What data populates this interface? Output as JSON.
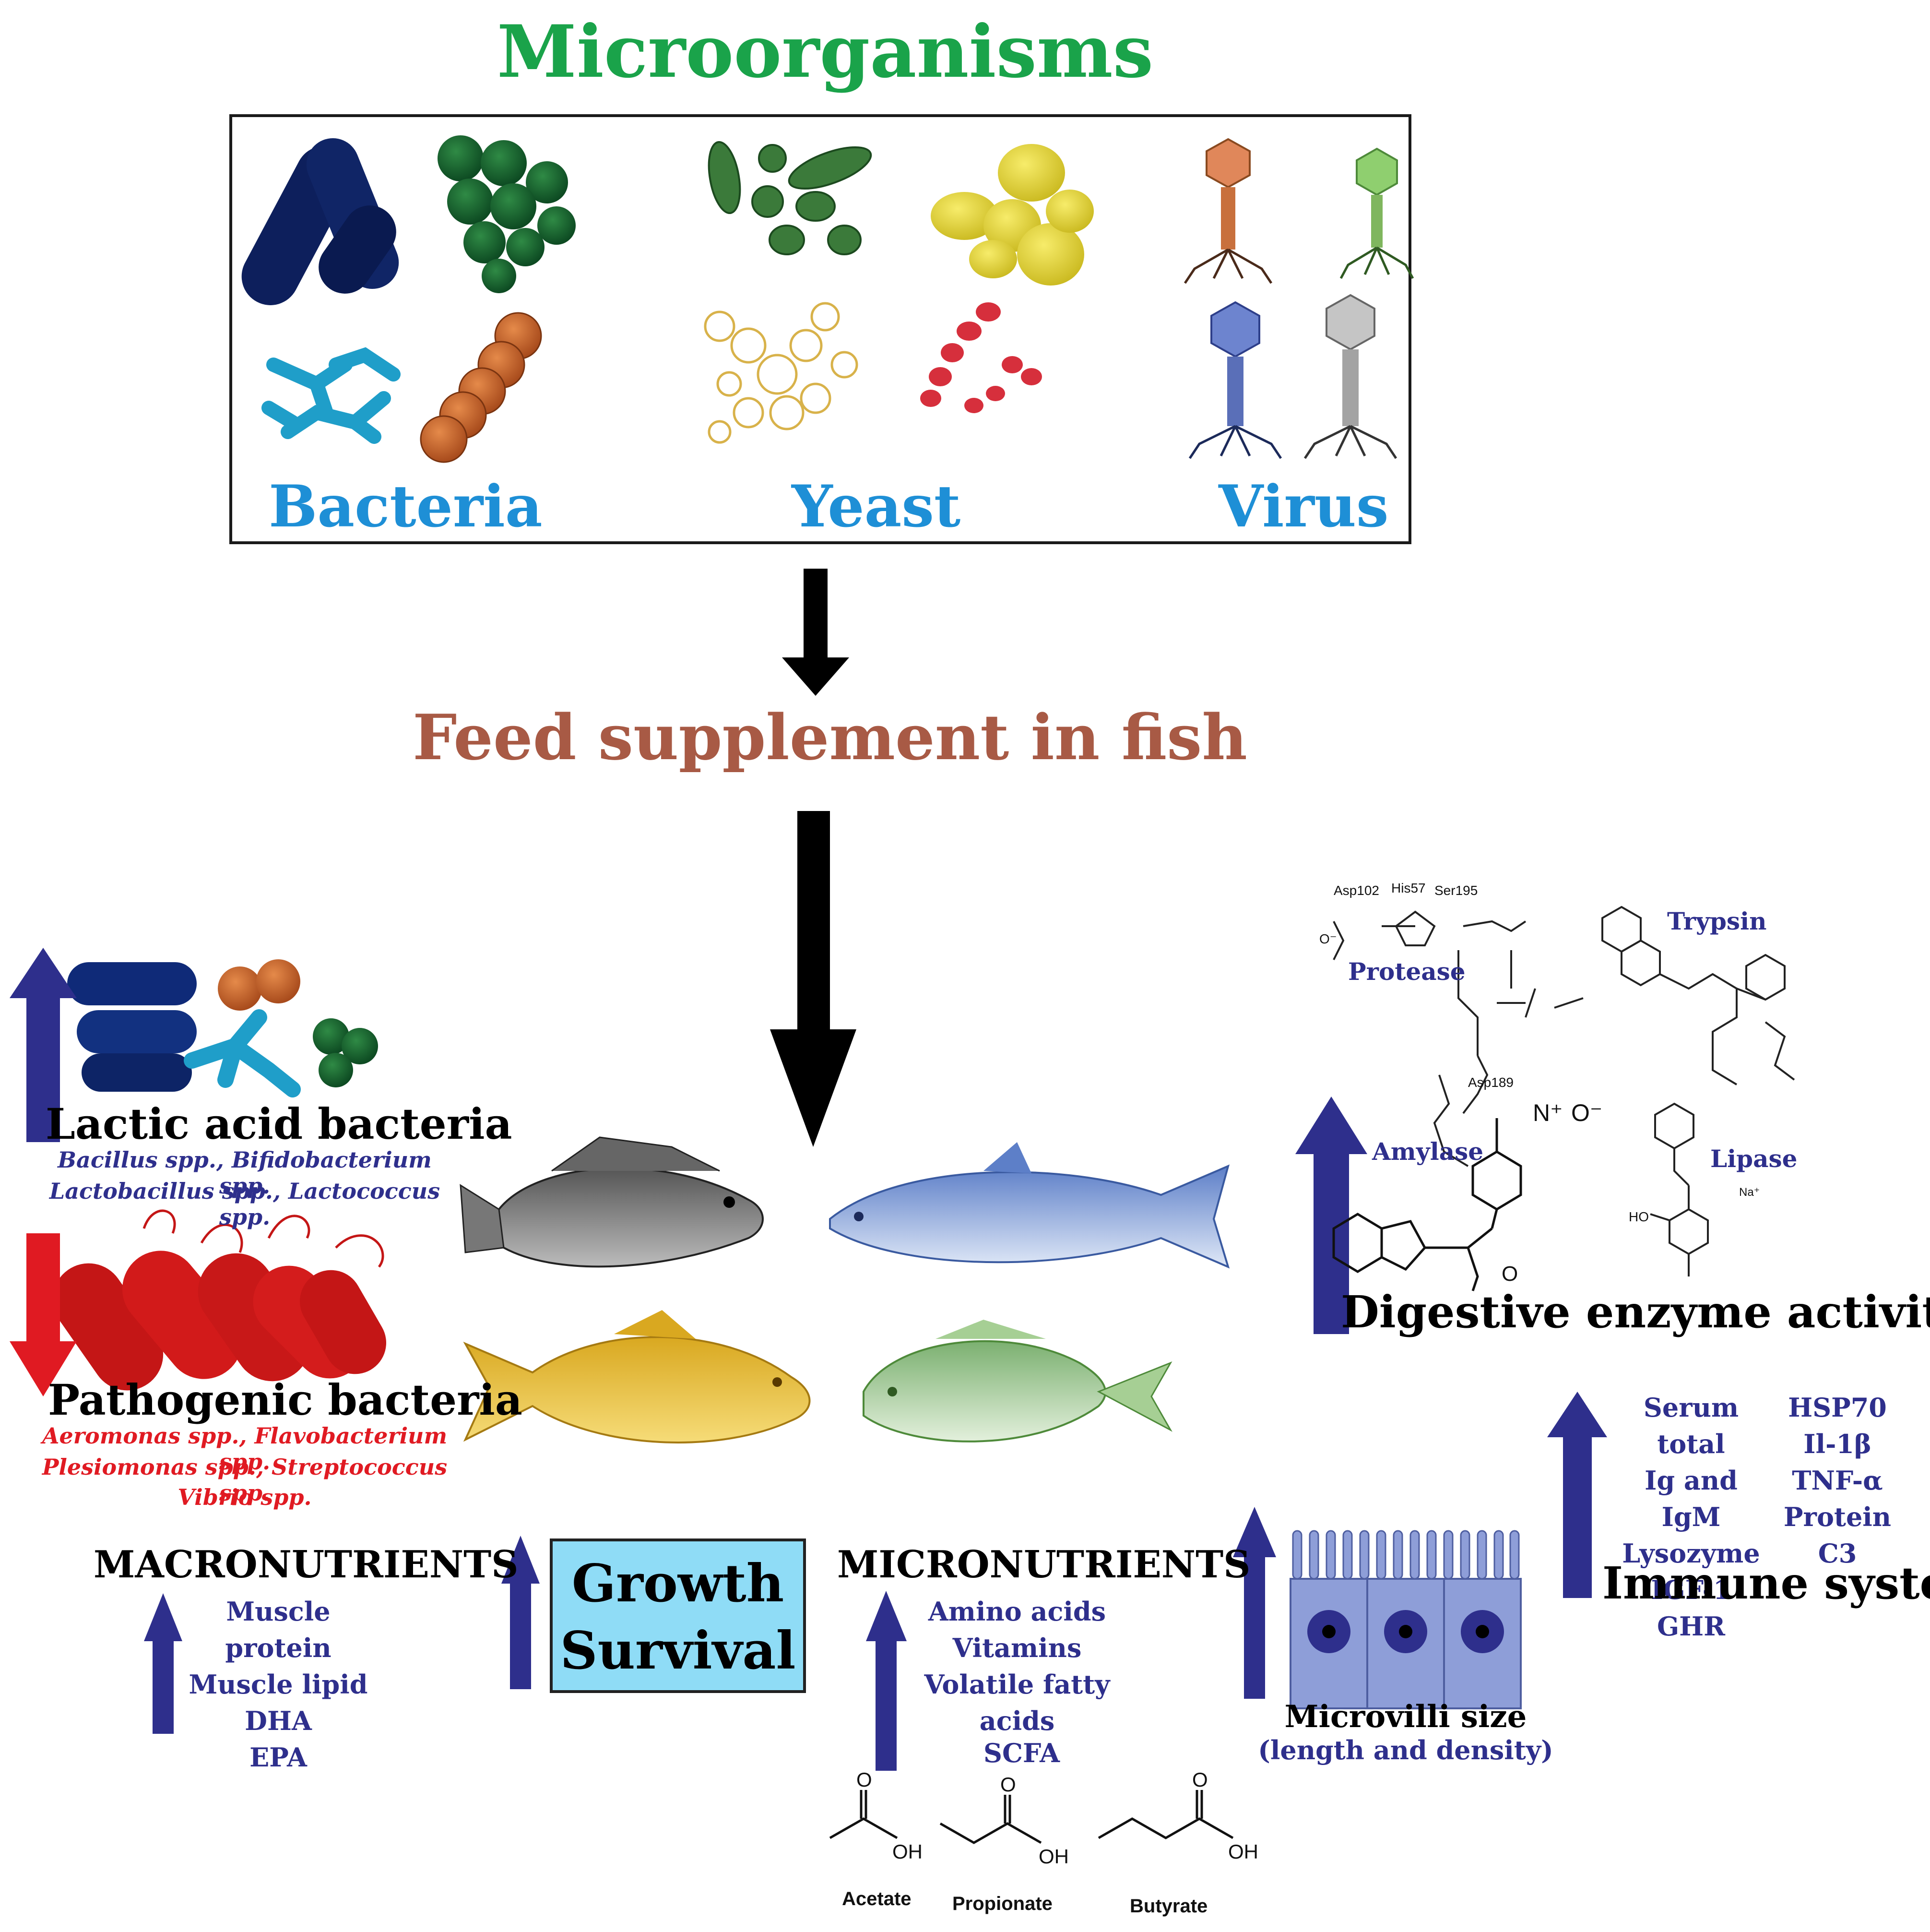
{
  "title": "Microorganisms",
  "groups": {
    "bacteria": "Bacteria",
    "yeast": "Yeast",
    "virus": "Virus"
  },
  "feed_title": "Feed supplement in fish",
  "lactic": {
    "title": "Lactic acid bacteria",
    "line1": "Bacillus spp., Bifidobacterium spp.",
    "line2": "Lactobacillus spp., Lactococcus spp."
  },
  "pathogenic": {
    "title": "Pathogenic bacteria",
    "line1": "Aeromonas spp., Flavobacterium spp.",
    "line2": "Plesiomonas spp., Streptococcus spp.",
    "line3": "Vibrio spp."
  },
  "enzymes": {
    "title": "Digestive enzyme activities",
    "protease": "Protease",
    "trypsin": "Trypsin",
    "amylase": "Amylase",
    "lipase": "Lipase",
    "mol": {
      "asp102": "Asp102",
      "his57": "His57",
      "ser195": "Ser195",
      "asp189": "Asp189",
      "o_minus": "O⁻",
      "n_plus": "N⁺",
      "o_minus2": "O⁻",
      "o": "O",
      "ho": "HO",
      "na": "Na⁺"
    }
  },
  "immune": {
    "title": "Immune system",
    "col1": [
      "Serum total",
      "Ig and IgM",
      "Lysozyme",
      "IGF-1",
      "GHR"
    ],
    "col2": [
      "HSP70",
      "Il-1β",
      "TNF-α",
      "Protein C3"
    ]
  },
  "macro": {
    "title": "MACRONUTRIENTS",
    "items": [
      "Muscle protein",
      "Muscle lipid",
      "DHA",
      "EPA"
    ]
  },
  "growth": {
    "line1": "Growth",
    "line2": "Survival"
  },
  "micro_nutrients": {
    "title": "MICRONUTRIENTS",
    "items": [
      "Amino acids",
      "Vitamins",
      "Volatile fatty acids"
    ],
    "scfa": "SCFA"
  },
  "scfa_molecules": {
    "acetate": "Acetate",
    "propionate": "Propionate",
    "butyrate": "Butyrate",
    "o": "O",
    "oh": "OH"
  },
  "microvilli": {
    "title": "Microvilli size",
    "subtitle": "(length and density)"
  },
  "colors": {
    "title_green": "#1aa34a",
    "group_blue": "#1e8fd6",
    "feed_brown": "#a85a45",
    "navy": "#2e2f8c",
    "arrow_navy": "#2e2f8c",
    "red": "#e01a22"
  }
}
